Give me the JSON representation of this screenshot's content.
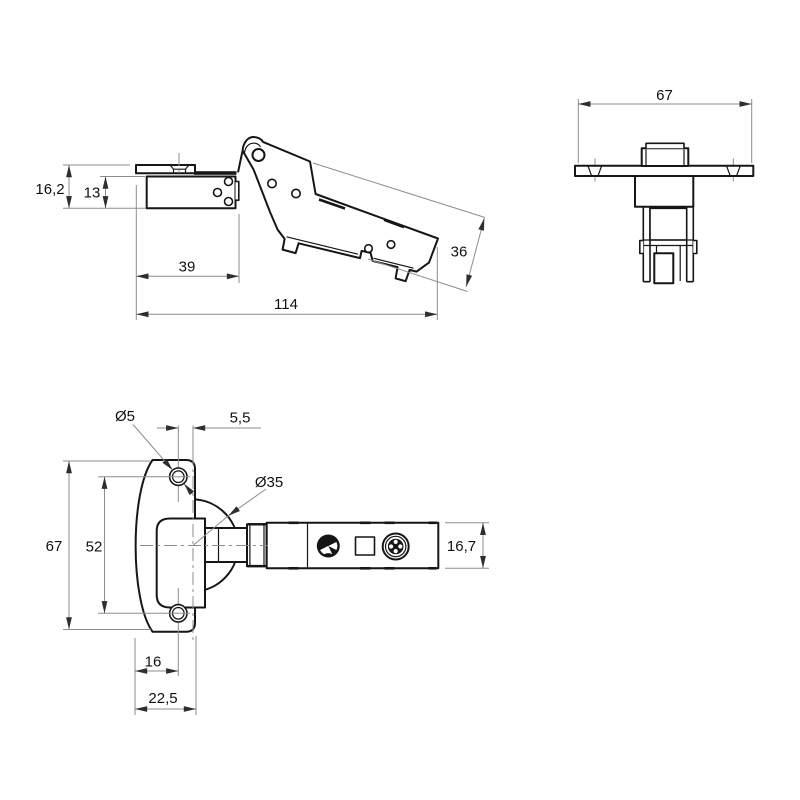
{
  "views": {
    "side": {
      "overall_height": "16,2",
      "cup_depth": "13",
      "plate_length": "39",
      "overall_length": "114",
      "arm_width": "36"
    },
    "front": {
      "overall_width": "67"
    },
    "plan": {
      "screw_hole_diameter": "Ø5",
      "center_offset": "5,5",
      "cup_diameter": "Ø35",
      "plate_height": "67",
      "screw_spacing": "52",
      "arm_width": "16,7",
      "screw_inset": "16",
      "plate_width": "22,5"
    }
  }
}
